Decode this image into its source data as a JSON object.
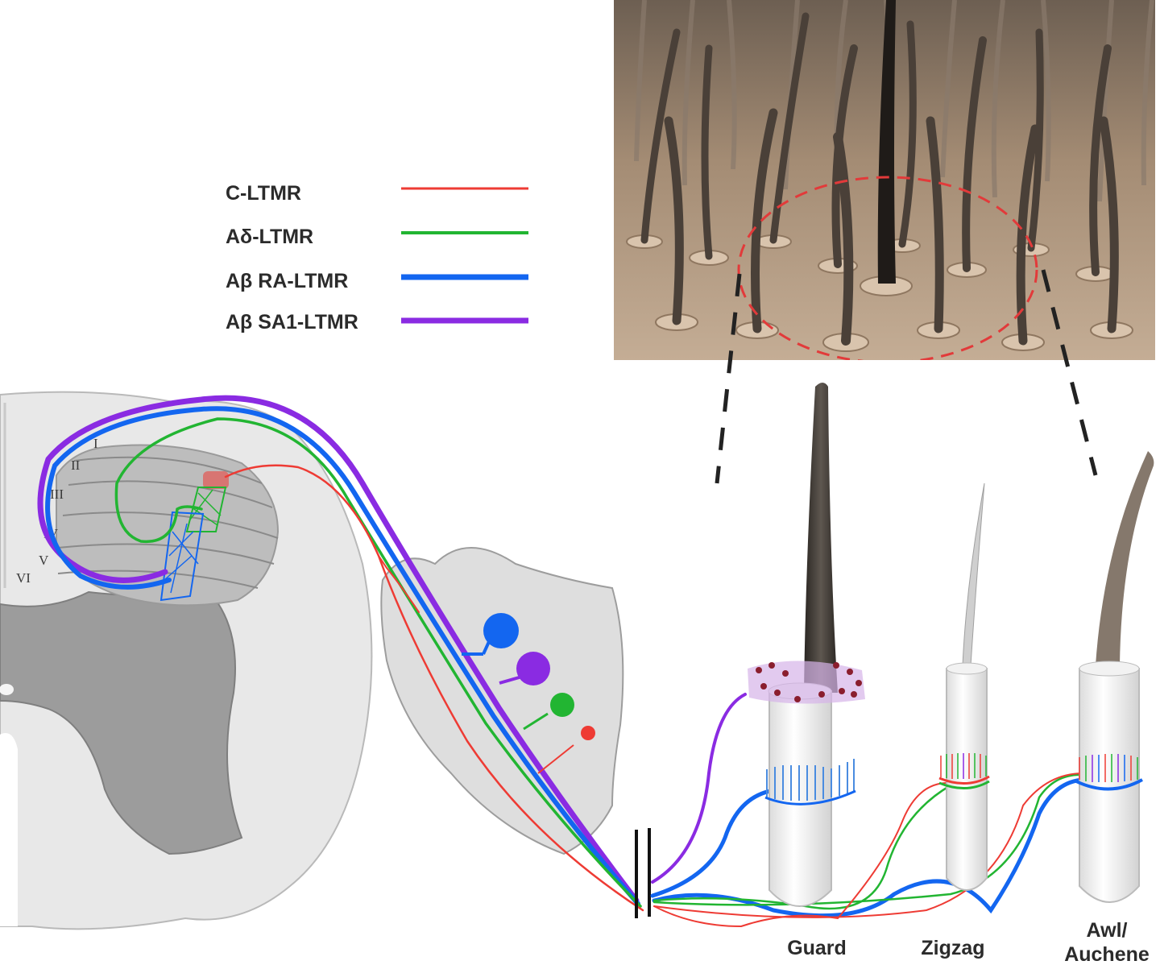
{
  "legend": [
    {
      "label": "C-LTMR",
      "color": "#ee3b34"
    },
    {
      "label": "Aδ-LTMR",
      "color": "#22b532"
    },
    {
      "label": "Aβ RA-LTMR",
      "color": "#1366f0"
    },
    {
      "label": "Aβ SA1-LTMR",
      "color": "#8a2be2"
    }
  ],
  "laminae": [
    "I",
    "II",
    "III",
    "IV",
    "V",
    "VI"
  ],
  "hair_types": [
    {
      "label": "Guard"
    },
    {
      "label": "Zigzag"
    },
    {
      "label": "Awl/",
      "label2": "Auchene"
    }
  ],
  "colors": {
    "c_ltmr": "#ee3b34",
    "ad_ltmr": "#22b532",
    "ab_ra": "#1366f0",
    "ab_sa1": "#8a2be2",
    "skin": "#b59a80"
  }
}
